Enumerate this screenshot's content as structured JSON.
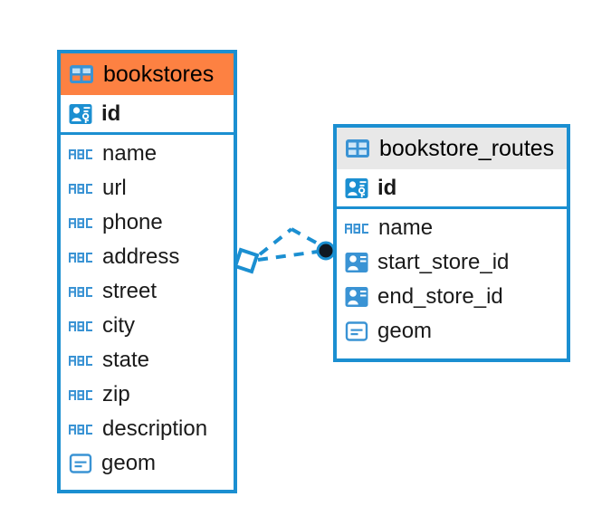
{
  "diagram": {
    "type": "entity-relationship-diagram",
    "colors": {
      "border": "#1b8fd1",
      "header_highlight": "#fd8142",
      "header_default": "#e8e8e8",
      "icon_blue": "#3a93d4",
      "icon_blue_dark": "#1b8fd1",
      "connector": "#1b8fd1",
      "endpoint_fill": "#101822",
      "text": "#1a1a1a"
    },
    "entities": [
      {
        "name": "bookstores",
        "header_icon": "table-icon",
        "header_style": "orange",
        "primary_key": {
          "label": "id",
          "icon": "primary-key-icon"
        },
        "fields": [
          {
            "label": "name",
            "icon": "abc-text-icon"
          },
          {
            "label": "url",
            "icon": "abc-text-icon"
          },
          {
            "label": "phone",
            "icon": "abc-text-icon"
          },
          {
            "label": "address",
            "icon": "abc-text-icon"
          },
          {
            "label": "street",
            "icon": "abc-text-icon"
          },
          {
            "label": "city",
            "icon": "abc-text-icon"
          },
          {
            "label": "state",
            "icon": "abc-text-icon"
          },
          {
            "label": "zip",
            "icon": "abc-text-icon"
          },
          {
            "label": "description",
            "icon": "abc-text-icon"
          },
          {
            "label": "geom",
            "icon": "geometry-icon"
          }
        ]
      },
      {
        "name": "bookstore_routes",
        "header_icon": "table-icon",
        "header_style": "gray",
        "primary_key": {
          "label": "id",
          "icon": "primary-key-icon"
        },
        "fields": [
          {
            "label": "name",
            "icon": "abc-text-icon"
          },
          {
            "label": "start_store_id",
            "icon": "foreign-key-icon"
          },
          {
            "label": "end_store_id",
            "icon": "foreign-key-icon"
          },
          {
            "label": "geom",
            "icon": "geometry-icon"
          }
        ]
      }
    ],
    "relationship": {
      "left_endpoint": "zero-or-one-diamond",
      "right_endpoint": "many-filled-circle",
      "line_style": "dashed",
      "from": "bookstores",
      "to": "bookstore_routes"
    }
  }
}
